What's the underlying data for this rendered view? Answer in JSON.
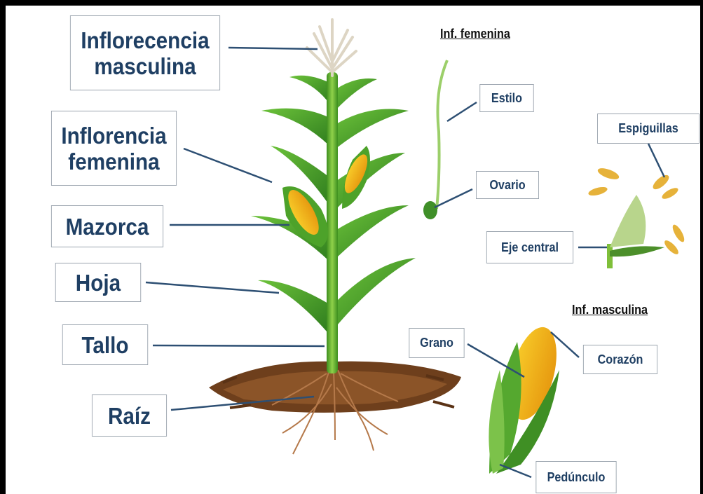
{
  "labels": {
    "inflorecencia_masculina": "Inflorecencia masculina",
    "inflorencia_femenina": "Inflorencia femenina",
    "mazorca": "Mazorca",
    "hoja": "Hoja",
    "tallo": "Tallo",
    "raiz": "Raíz",
    "estilo": "Estilo",
    "ovario": "Ovario",
    "espiguillas": "Espiguillas",
    "eje_central": "Eje central",
    "grano": "Grano",
    "corazon": "Corazón",
    "pedunculo": "Pedúnculo"
  },
  "headings": {
    "inf_femenina": "Inf. femenina",
    "inf_masculina": "Inf. masculina"
  },
  "colors": {
    "label_text": "#1f3f63",
    "leader_line": "#2d4f73",
    "leaf_green": "#3f9a2c",
    "kernel_yellow": "#f2b515",
    "soil_brown": "#7a4a22"
  }
}
